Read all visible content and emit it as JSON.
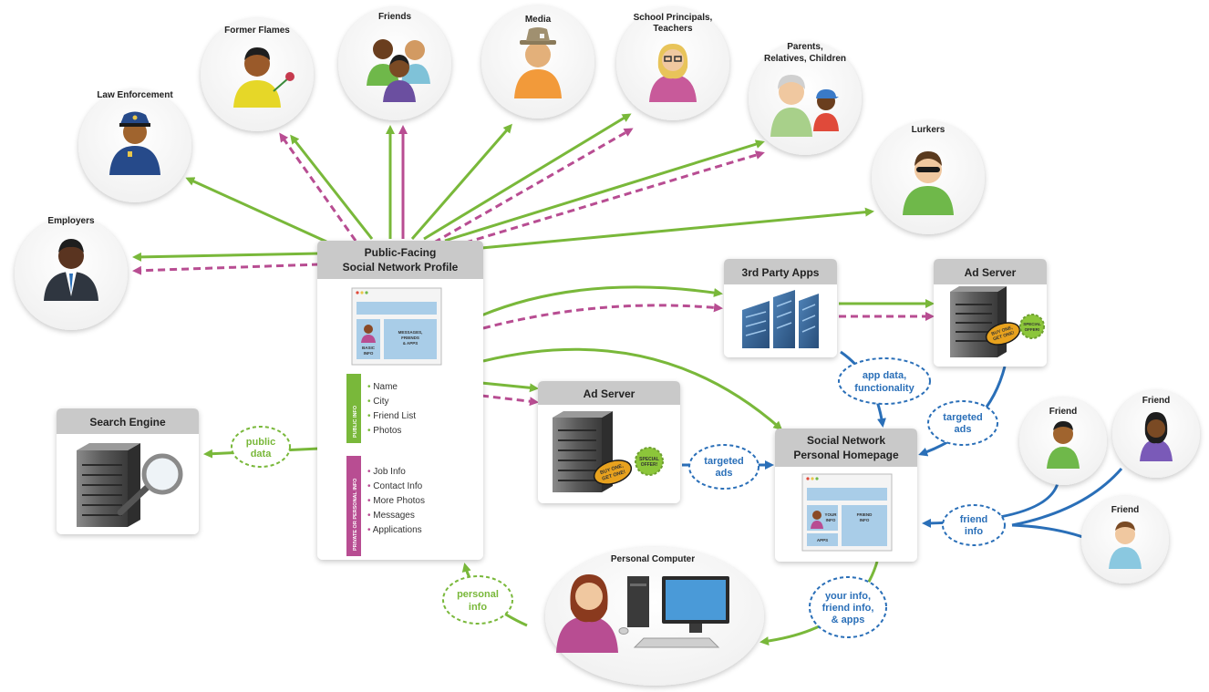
{
  "colors": {
    "green": "#79b83a",
    "magenta": "#b84d92",
    "blue": "#2a6fb8",
    "box_header": "#c9c9c9",
    "screen_blue": "#a9cde8"
  },
  "audiences": {
    "employers": "Employers",
    "law_enforcement": "Law Enforcement",
    "former_flames": "Former Flames",
    "friends": "Friends",
    "media": "Media",
    "school_line1": "School Principals,",
    "school_line2": "Teachers",
    "parents_line1": "Parents,",
    "parents_line2": "Relatives, Children",
    "lurkers": "Lurkers"
  },
  "profile": {
    "title_line1": "Public-Facing",
    "title_line2": "Social Network Profile",
    "screen_basic_line1": "BASIC",
    "screen_basic_line2": "INFO",
    "screen_msgs_line1": "MESSAGES,",
    "screen_msgs_line2": "FRIENDS",
    "screen_msgs_line3": "& APPS",
    "public_tab": "PUBLIC INFO",
    "private_tab": "PRIVATE OR PERSONAL INFO",
    "public_items": [
      "Name",
      "City",
      "Friend List",
      "Photos"
    ],
    "private_items": [
      "Job Info",
      "Contact Info",
      "More Photos",
      "Messages",
      "Applications"
    ]
  },
  "third_party": {
    "title": "3rd Party Apps"
  },
  "ad_server_top": {
    "title": "Ad Server",
    "badge_line1": "BUY ONE,",
    "badge_line2": "GET ONE!",
    "special_line1": "SPECIAL",
    "special_line2": "OFFER!"
  },
  "ad_server_mid": {
    "title": "Ad Server",
    "badge_line1": "BUY ONE,",
    "badge_line2": "GET ONE!",
    "special_line1": "SPECIAL",
    "special_line2": "OFFER!"
  },
  "search_engine": {
    "title": "Search Engine"
  },
  "homepage": {
    "title_line1": "Social Network",
    "title_line2": "Personal Homepage",
    "your_info_line1": "YOUR",
    "your_info_line2": "INFO",
    "friend_info_line1": "FRIEND",
    "friend_info_line2": "INFO",
    "apps": "APPS"
  },
  "flows": {
    "public_data_line1": "public",
    "public_data_line2": "data",
    "targeted_ads_mid_line1": "targeted",
    "targeted_ads_mid_line2": "ads",
    "app_data_line1": "app data,",
    "app_data_line2": "functionality",
    "targeted_ads_right_line1": "targeted",
    "targeted_ads_right_line2": "ads",
    "friend_info_line1": "friend",
    "friend_info_line2": "info",
    "your_info_line1": "your info,",
    "your_info_line2": "friend info,",
    "your_info_line3": "& apps",
    "personal_info_line1": "personal",
    "personal_info_line2": "info"
  },
  "friends_right": {
    "friend1": "Friend",
    "friend2": "Friend",
    "friend3": "Friend"
  },
  "computer": {
    "title": "Personal Computer"
  }
}
